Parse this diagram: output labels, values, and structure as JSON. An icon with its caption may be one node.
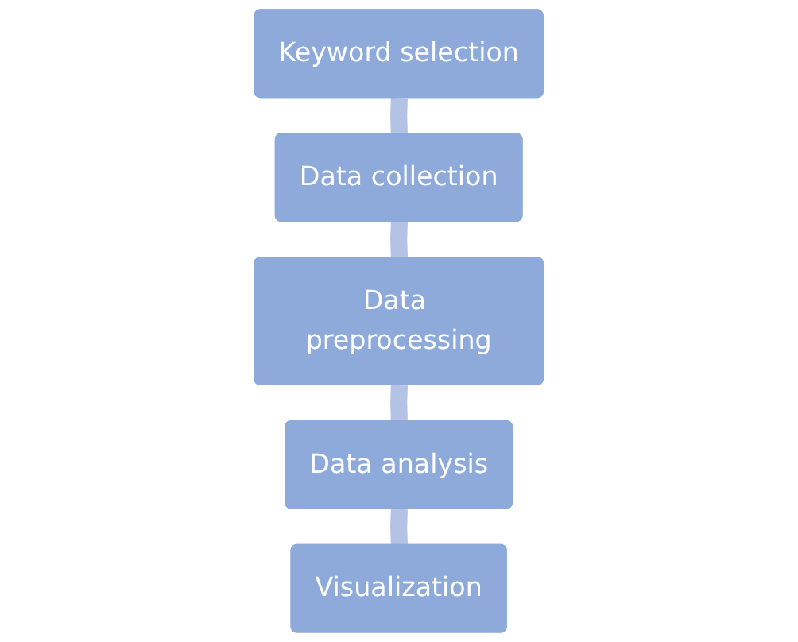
{
  "diagram": {
    "nodes": [
      {
        "text": [
          "Keyword selection"
        ]
      },
      {
        "text": [
          "Data collection"
        ]
      },
      {
        "text": [
          "Data preprocessing"
        ]
      },
      {
        "text": [
          "Data analysis"
        ]
      },
      {
        "text": [
          "Visualization"
        ]
      }
    ],
    "edges": [
      {
        "from": 0,
        "to": 1,
        "arrow": "none"
      },
      {
        "from": 1,
        "to": 2,
        "arrow": "none"
      },
      {
        "from": 2,
        "to": 3,
        "arrow": "none"
      },
      {
        "from": 3,
        "to": 4,
        "arrow": "none"
      }
    ]
  }
}
